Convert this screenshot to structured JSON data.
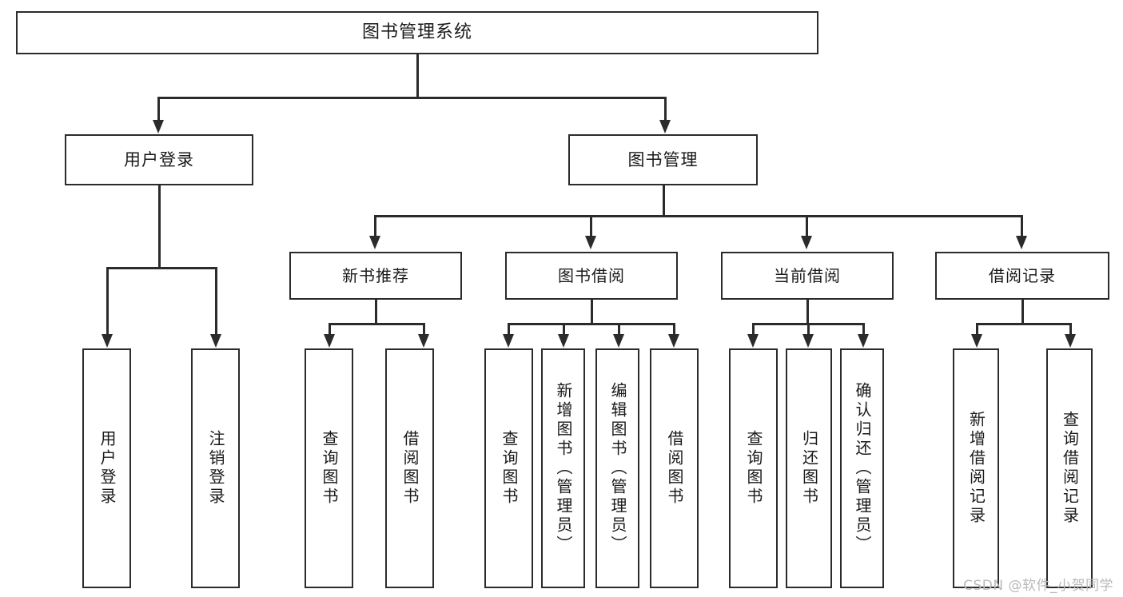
{
  "diagram": {
    "title": "图书管理系统",
    "type": "tree-hierarchy",
    "orientation": "top-down",
    "colors": {
      "stroke": "#2b2b2b",
      "fill": "#ffffff",
      "text": "#1a1a1a",
      "watermark": "#b9b9b9"
    },
    "levels": {
      "root": {
        "label": "图书管理系统"
      },
      "level2": [
        {
          "id": "user-login",
          "label": "用户登录"
        },
        {
          "id": "book-management",
          "label": "图书管理"
        }
      ],
      "level3": [
        {
          "id": "new-book-recommend",
          "label": "新书推荐"
        },
        {
          "id": "book-borrow",
          "label": "图书借阅"
        },
        {
          "id": "current-borrow",
          "label": "当前借阅"
        },
        {
          "id": "borrow-record",
          "label": "借阅记录"
        }
      ],
      "leaves": {
        "user-login": [
          {
            "id": "leaf-user-login",
            "label": "用户登录"
          },
          {
            "id": "leaf-user-logout",
            "label": "注销登录"
          }
        ],
        "new-book-recommend": [
          {
            "id": "leaf-query-book-1",
            "label": "查询图书"
          },
          {
            "id": "leaf-borrow-book-1",
            "label": "借阅图书"
          }
        ],
        "book-borrow": [
          {
            "id": "leaf-query-book-2",
            "label": "查询图书"
          },
          {
            "id": "leaf-add-book",
            "label": "新增图书（管理员）"
          },
          {
            "id": "leaf-edit-book",
            "label": "编辑图书（管理员）"
          },
          {
            "id": "leaf-borrow-book-2",
            "label": "借阅图书"
          }
        ],
        "current-borrow": [
          {
            "id": "leaf-query-book-3",
            "label": "查询图书"
          },
          {
            "id": "leaf-return-book",
            "label": "归还图书"
          },
          {
            "id": "leaf-confirm-return",
            "label": "确认归还（管理员）"
          }
        ],
        "borrow-record": [
          {
            "id": "leaf-add-record",
            "label": "新增借阅记录"
          },
          {
            "id": "leaf-query-record",
            "label": "查询借阅记录"
          }
        ]
      }
    }
  },
  "watermark": {
    "text": "CSDN @软件_小贺同学"
  }
}
